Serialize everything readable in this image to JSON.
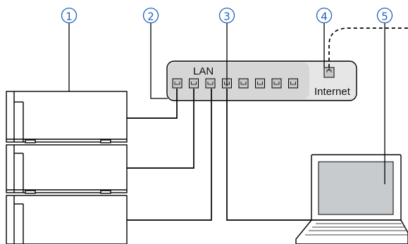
{
  "callouts": [
    {
      "number": "1",
      "target": "instrument-stack"
    },
    {
      "number": "2",
      "target": "lan-ports"
    },
    {
      "number": "3",
      "target": "computer-cable"
    },
    {
      "number": "4",
      "target": "internet-port"
    },
    {
      "number": "5",
      "target": "computer"
    }
  ],
  "switch": {
    "lan_label": "LAN",
    "internet_label": "Internet",
    "lan_port_count": 8
  },
  "instruments": {
    "count": 3
  },
  "colors": {
    "callout": "#1f5fbf",
    "switch_fill": "#e6e6e6",
    "lan_panel": "#d6d6d6",
    "port_fill": "#c8c8c8",
    "screen_fill": "#c8cbce",
    "line": "#000000"
  },
  "connections": [
    {
      "from": "instrument-1",
      "to": "lan-port-1"
    },
    {
      "from": "instrument-2",
      "to": "lan-port-2"
    },
    {
      "from": "instrument-3",
      "to": "lan-port-3"
    },
    {
      "from": "computer",
      "to": "lan-port-4"
    },
    {
      "from": "internet-port",
      "to": "internet",
      "style": "dashed"
    }
  ]
}
